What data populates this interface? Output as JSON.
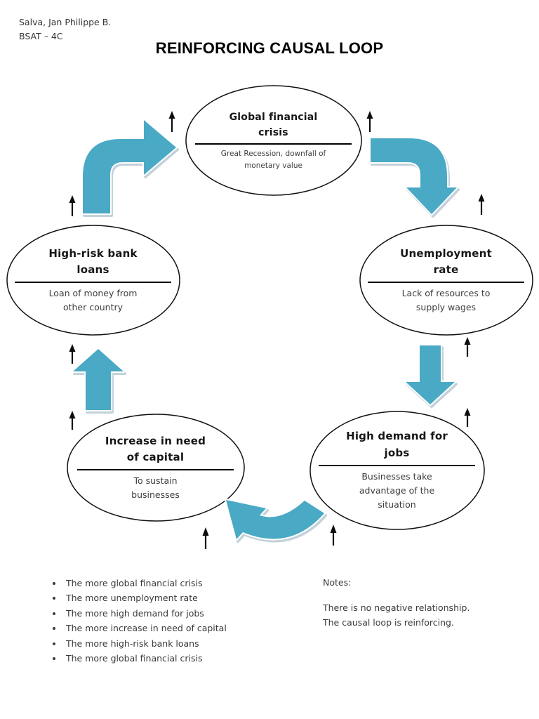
{
  "page": {
    "author_line1": "Salva, Jan Philippe B.",
    "author_line2": "BSAT – 4C",
    "title": "REINFORCING CAUSAL LOOP"
  },
  "diagram": {
    "arrow_color": "#4AA9C5",
    "nodes": [
      {
        "id": "global-financial-crisis",
        "title_lines": [
          "Global financial",
          "crisis"
        ],
        "subtitle_lines": [
          "Great Recession, downfall of",
          "monetary value"
        ]
      },
      {
        "id": "unemployment-rate",
        "title_lines": [
          "Unemployment",
          "rate"
        ],
        "subtitle_lines": [
          "Lack of resources to",
          "supply wages"
        ]
      },
      {
        "id": "high-demand-for-jobs",
        "title_lines": [
          "High demand for",
          "jobs"
        ],
        "subtitle_lines": [
          "Businesses take",
          "advantage of the",
          "situation"
        ]
      },
      {
        "id": "increase-in-need-of-capital",
        "title_lines": [
          "Increase in need",
          "of capital"
        ],
        "subtitle_lines": [
          "To sustain",
          "businesses"
        ]
      },
      {
        "id": "high-risk-bank-loans",
        "title_lines": [
          "High-risk bank",
          "loans"
        ],
        "subtitle_lines": [
          "Loan of money from",
          "other country"
        ]
      }
    ]
  },
  "bullets": {
    "items": [
      "The more global financial crisis",
      "The more unemployment rate",
      "The more high demand for jobs",
      "The more increase in need of capital",
      "The more high-risk bank loans",
      "The more global financial crisis"
    ]
  },
  "notes": {
    "label": "Notes:",
    "line1": "There is no negative relationship.",
    "line2": "The causal loop is reinforcing."
  }
}
